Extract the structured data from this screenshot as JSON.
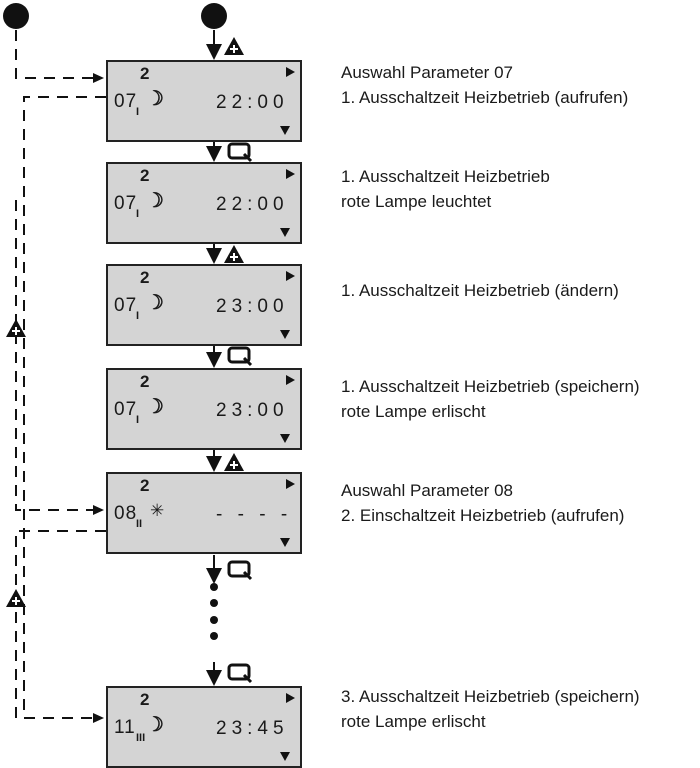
{
  "steps": [
    {
      "program": "2",
      "param": "07",
      "sub": "I",
      "symbol": "moon-icon",
      "time": "22:00",
      "lines": [
        "Auswahl Parameter 07",
        "1. Ausschaltzeit Heizbetrieb (aufrufen)"
      ]
    },
    {
      "program": "2",
      "param": "07",
      "sub": "I",
      "symbol": "moon-icon",
      "time": "22:00",
      "lines": [
        "1. Ausschaltzeit Heizbetrieb",
        "rote Lampe leuchtet"
      ]
    },
    {
      "program": "2",
      "param": "07",
      "sub": "I",
      "symbol": "moon-icon",
      "time": "23:00",
      "lines": [
        "1. Ausschaltzeit Heizbetrieb (ändern)"
      ]
    },
    {
      "program": "2",
      "param": "07",
      "sub": "I",
      "symbol": "moon-icon",
      "time": "23:00",
      "lines": [
        "1. Ausschaltzeit Heizbetrieb (speichern)",
        "rote Lampe erlischt"
      ]
    },
    {
      "program": "2",
      "param": "08",
      "sub": "II",
      "symbol": "sun-icon",
      "time": "- - - -",
      "lines": [
        "Auswahl Parameter 08",
        "2. Einschaltzeit Heizbetrieb (aufrufen)"
      ]
    },
    {
      "program": "2",
      "param": "11",
      "sub": "III",
      "symbol": "moon-icon",
      "time": "23:45",
      "lines": [
        "3. Ausschaltzeit Heizbetrieb (speichern)",
        "rote Lampe erlischt"
      ]
    }
  ],
  "buttons": [
    "plus-button-icon",
    "select-button-icon",
    "plus-button-icon",
    "select-button-icon",
    "plus-button-icon",
    "select-button-icon",
    "select-button-icon"
  ],
  "colors": {
    "lcd_background": "#d4d4d4",
    "line": "#111111"
  }
}
